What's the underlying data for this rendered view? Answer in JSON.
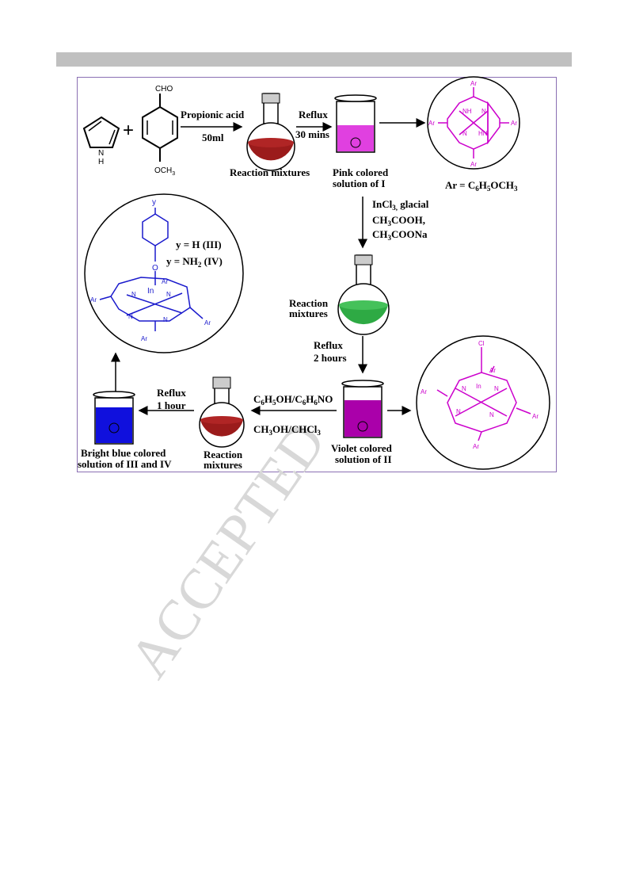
{
  "watermark": "ACCEPTED",
  "colors": {
    "frame": "#8a6fb3",
    "header_bar": "#c0c0c0",
    "porphyrin_pink": "#cc00cc",
    "complex_blue": "#1a1acc",
    "red_mixture": "#9b1b1b",
    "pink_solution": "#e040e0",
    "green_mixture": "#2eaa44",
    "violet_solution": "#aa00aa",
    "blue_solution": "#1010dd"
  },
  "reactants": {
    "pyrrole_nh": "N",
    "pyrrole_h": "H",
    "plus": "+",
    "aldehyde_top": "CHO",
    "aldehyde_bottom": "OCH",
    "aldehyde_bottom_sub": "3"
  },
  "step1": {
    "reagent_top": "Propionic acid",
    "reagent_bottom": "50ml",
    "flask_label": "Reaction mixtures"
  },
  "step2": {
    "condition_top": "Reflux",
    "condition_bottom": "30 mins",
    "beaker_label_1": "Pink colored",
    "beaker_label_2": "solution of I"
  },
  "product1": {
    "ar_def_prefix": "Ar = C",
    "ar_def_sub1": "6",
    "ar_def_mid": "H",
    "ar_def_sub2": "5",
    "ar_def_suffix": "OCH",
    "ar_def_sub3": "3",
    "ar": "Ar",
    "nh": "NH",
    "hn": "HN",
    "n": "N"
  },
  "step3": {
    "reagent_1a": "InCl",
    "reagent_1b": "3,",
    "reagent_1c": " glacial",
    "reagent_2a": "CH",
    "reagent_2b": "3",
    "reagent_2c": "COOH,",
    "reagent_3a": "CH",
    "reagent_3b": "3",
    "reagent_3c": "COONa",
    "flask_label_1": "Reaction",
    "flask_label_2": "mixtures"
  },
  "step4": {
    "condition_top": "Reflux",
    "condition_bottom": "2 hours",
    "beaker_label_1": "Violet colored",
    "beaker_label_2": "solution of II"
  },
  "product2": {
    "cl": "Cl",
    "in": "In",
    "ar": "Ar",
    "n": "N"
  },
  "step5": {
    "reagent_top_a": "C",
    "reagent_top_b": "6",
    "reagent_top_c": "H",
    "reagent_top_d": "5",
    "reagent_top_e": "OH/C",
    "reagent_top_f": "6",
    "reagent_top_g": "H",
    "reagent_top_h": "6",
    "reagent_top_i": "NO",
    "reagent_bottom_a": "CH",
    "reagent_bottom_b": "3",
    "reagent_bottom_c": "OH/CHCl",
    "reagent_bottom_d": "3",
    "flask_label_1": "Reaction",
    "flask_label_2": "mixtures"
  },
  "step6": {
    "condition_top": "Reflux",
    "condition_bottom": "1 hour",
    "beaker_label_1": "Bright blue colored",
    "beaker_label_2": "solution of III and IV"
  },
  "product3": {
    "y": "y",
    "o": "O",
    "in": "In",
    "ar": "Ar",
    "n": "N",
    "def1": "y = H (III)",
    "def2_a": "y = NH",
    "def2_b": "2",
    "def2_c": " (IV)"
  }
}
